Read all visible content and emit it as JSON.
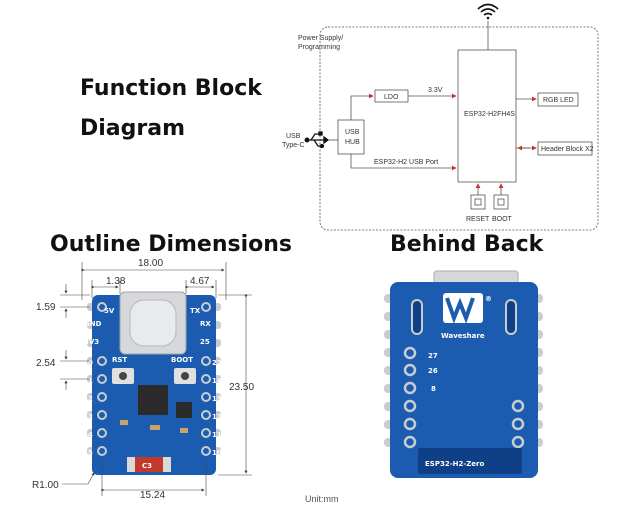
{
  "headings": {
    "function_block_line1": "Function Block",
    "function_block_line2": "Diagram",
    "outline_dimensions": "Outline Dimensions",
    "behind_back": "Behind Back"
  },
  "block_diagram": {
    "power_supply_line1": "Power Supply/",
    "power_supply_line2": "Programming",
    "usb_typec_line1": "USB",
    "usb_typec_line2": "Type-C",
    "usb_hub_line1": "USB",
    "usb_hub_line2": "HUB",
    "ldo": "LDO",
    "voltage": "3.3V",
    "chip": "ESP32-H2FH4S",
    "usb_port": "ESP32-H2 USB Port",
    "rgb_led": "RGB LED",
    "header_block": "Header Block X2",
    "reset": "RESET",
    "boot": "BOOT",
    "icons": [
      "wifi-icon",
      "usb-icon"
    ]
  },
  "dimensions": {
    "width_total": "18.00",
    "left_offset": "1.38",
    "right_offset": "4.67",
    "top_offset": "1.59",
    "pin_pitch": "2.54",
    "height": "23.50",
    "corner_radius": "R1.00",
    "pin_span": "15.24"
  },
  "front_board": {
    "left_labels": [
      "5V",
      "GND",
      "3V3"
    ],
    "right_labels": [
      "TX",
      "RX",
      "25"
    ],
    "button_left": "RST",
    "button_right": "BOOT",
    "left_pins": [
      "0",
      "1",
      "2",
      "3",
      "4",
      "5"
    ],
    "right_pins": [
      "22",
      "14",
      "13",
      "12",
      "11",
      "10"
    ],
    "bottom_label": "C3"
  },
  "back_board": {
    "brand": "Waveshare",
    "product": "ESP32-H2-Zero",
    "pins": [
      "27",
      "26",
      "8"
    ]
  },
  "unit": "Unit:mm",
  "colors": {
    "pcb": "#1c5cb0",
    "pcb_dark": "#0f3f86",
    "pad": "#c9ccd1",
    "chip": "#2b2b2b"
  }
}
